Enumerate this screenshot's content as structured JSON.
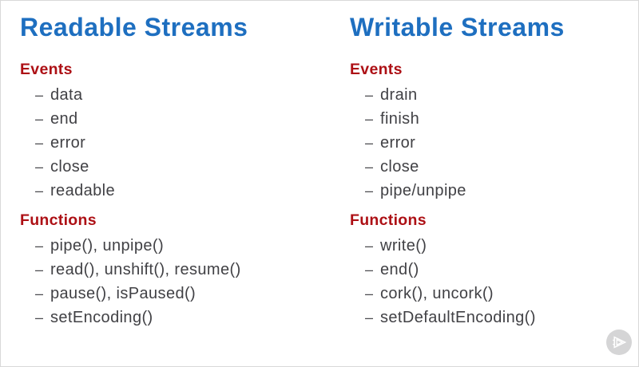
{
  "bullet": "–",
  "colors": {
    "title_blue": "#1e6fc0",
    "heading_red": "#ad1015",
    "body_text": "#414145",
    "logo_circle": "#d5d5d6",
    "logo_glyph": "#ffffff",
    "page_border": "#d9d9d9"
  },
  "columns": [
    {
      "title": "Readable Streams",
      "sections": [
        {
          "heading": "Events",
          "items": [
            "data",
            "end",
            "error",
            "close",
            "readable"
          ]
        },
        {
          "heading": "Functions",
          "items": [
            "pipe(), unpipe()",
            "read(), unshift(), resume()",
            "pause(), isPaused()",
            "setEncoding()"
          ]
        }
      ]
    },
    {
      "title": "Writable Streams",
      "sections": [
        {
          "heading": "Events",
          "items": [
            "drain",
            "finish",
            "error",
            "close",
            "pipe/unpipe"
          ]
        },
        {
          "heading": "Functions",
          "items": [
            "write()",
            "end()",
            "cork(), uncork()",
            "setDefaultEncoding()"
          ]
        }
      ]
    }
  ],
  "logo": {
    "name": "pluralsight-play-logo"
  }
}
